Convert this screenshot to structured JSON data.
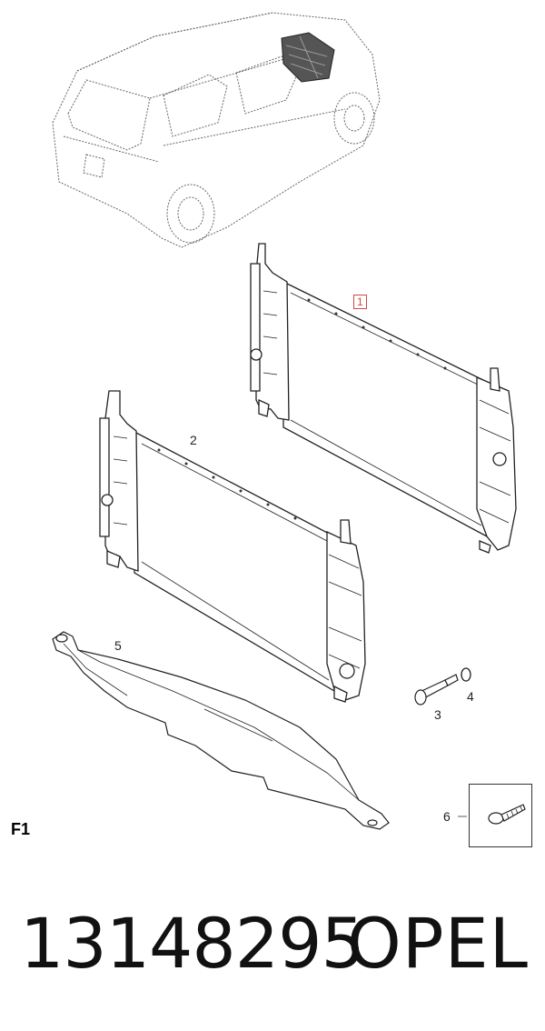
{
  "callouts": {
    "c1": "1",
    "c2": "2",
    "c3": "3",
    "c4": "4",
    "c5": "5",
    "c6": "6"
  },
  "section_mark": "F1",
  "part_number": "13148295",
  "brand": "OPEL"
}
